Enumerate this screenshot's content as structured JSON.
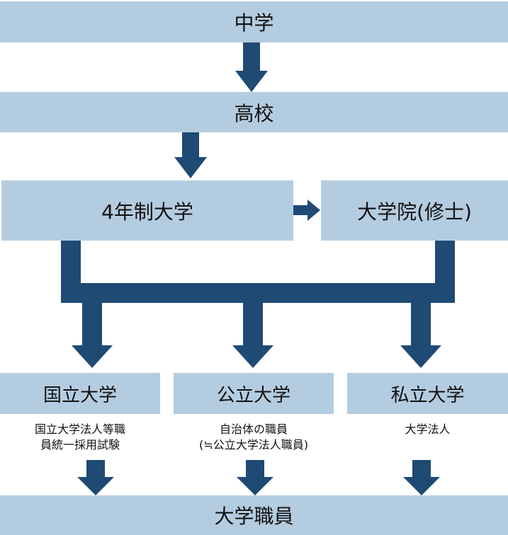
{
  "stages": {
    "junior_high": "中学",
    "high_school": "高校",
    "university_4yr": "4年制大学",
    "graduate_school": "大学院(修士)",
    "university_staff": "大学職員"
  },
  "categories": [
    {
      "label": "国立大学",
      "note_lines": [
        "国立大学法人等職",
        "員統一採用試験"
      ]
    },
    {
      "label": "公立大学",
      "note_lines": [
        "自治体の職員",
        "(≒公立大学法人職員)"
      ]
    },
    {
      "label": "私立大学",
      "note_lines": [
        "大学法人"
      ]
    }
  ],
  "colors": {
    "box": "#b4cce0",
    "arrow": "#1f4a74",
    "text": "#111111"
  }
}
